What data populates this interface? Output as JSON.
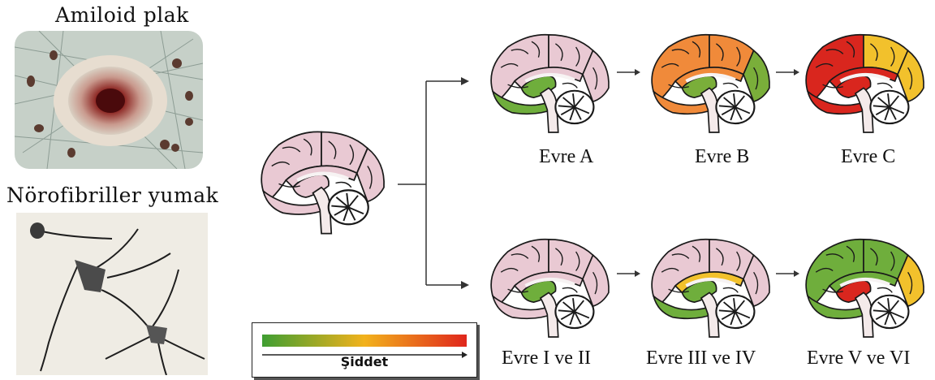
{
  "left_panel": {
    "plaque_title": "Amiloid plak",
    "tangle_title": "Nörofibriller yumak"
  },
  "stages_top": [
    {
      "label": "Evre A",
      "regions": {
        "frontal": "#e9c9d3",
        "cingulate": "#e9c9d3",
        "parietal": "#e9c9d3",
        "occipital": "#e9c9d3",
        "temporal": "#6fae3c",
        "limbic": "#6fae3c"
      }
    },
    {
      "label": "Evre B",
      "regions": {
        "frontal": "#f08a3a",
        "cingulate": "#f08a3a",
        "parietal": "#f08a3a",
        "occipital": "#7aae3a",
        "temporal": "#f08a3a",
        "limbic": "#7aae3a"
      }
    },
    {
      "label": "Evre C",
      "regions": {
        "frontal": "#d9261e",
        "cingulate": "#d9261e",
        "parietal": "#f2c12c",
        "occipital": "#f2c12c",
        "temporal": "#d9261e",
        "limbic": "#d9261e"
      }
    }
  ],
  "stages_bottom": [
    {
      "label": "Evre I ve II",
      "regions": {
        "frontal": "#e9c9d3",
        "cingulate": "#e9c9d3",
        "parietal": "#e9c9d3",
        "occipital": "#e9c9d3",
        "temporal": "#e9c9d3",
        "limbic": "#6fae3c"
      }
    },
    {
      "label": "Evre III ve IV",
      "regions": {
        "frontal": "#e9c9d3",
        "cingulate": "#f2c12c",
        "parietal": "#e9c9d3",
        "occipital": "#e9c9d3",
        "temporal": "#6fae3c",
        "limbic": "#6fae3c"
      }
    },
    {
      "label": "Evre V ve VI",
      "regions": {
        "frontal": "#6fae3c",
        "cingulate": "#6fae3c",
        "parietal": "#6fae3c",
        "occipital": "#f2c12c",
        "temporal": "#6fae3c",
        "limbic": "#d9261e"
      }
    }
  ],
  "legend": {
    "label": "Şiddet",
    "gradient": [
      "#3f9e32",
      "#f2b21c",
      "#e0261c"
    ]
  },
  "colors": {
    "healthy": "#e9c9d3",
    "outline": "#1a1a1a",
    "arrow": "#333333"
  }
}
